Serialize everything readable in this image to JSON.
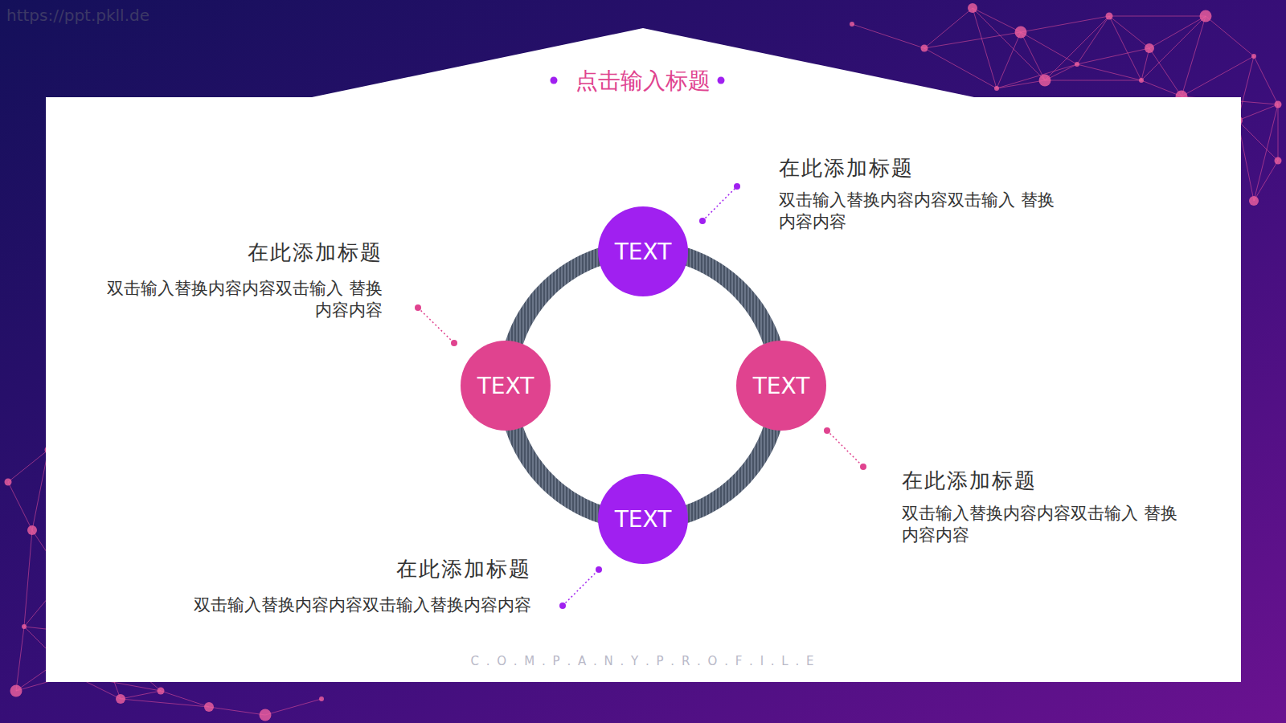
{
  "diagram": {
    "title": "点击输入标题",
    "nodes": [
      {
        "text": [
          "TEXT"
        ]
      },
      {
        "text": [
          "TEXT"
        ]
      },
      {
        "text": [
          "TEXT"
        ]
      },
      {
        "text": [
          "TEXT"
        ]
      }
    ],
    "edges": [
      {
        "from": 0,
        "to": 2,
        "arrow": "none"
      },
      {
        "from": 2,
        "to": 3,
        "arrow": "none"
      },
      {
        "from": 3,
        "to": 1,
        "arrow": "none"
      },
      {
        "from": 1,
        "to": 0,
        "arrow": "none"
      }
    ],
    "labels": [
      "https://ppt.pkll.de",
      "在此添加标题",
      "双击输入替换内容内容双击输入 替换内容内容",
      "在此添加标题",
      "双击输入替换内容内容双击输入 替换内容内容",
      "在此添加标题",
      "双击输入替换内容内容双击输入 替换内容内容",
      "在此添加标题",
      "双击输入替换内容内容双击输入替换内容内容",
      "C . O . M . P . A . N . Y . P . R . O . F . I . L . E"
    ]
  }
}
